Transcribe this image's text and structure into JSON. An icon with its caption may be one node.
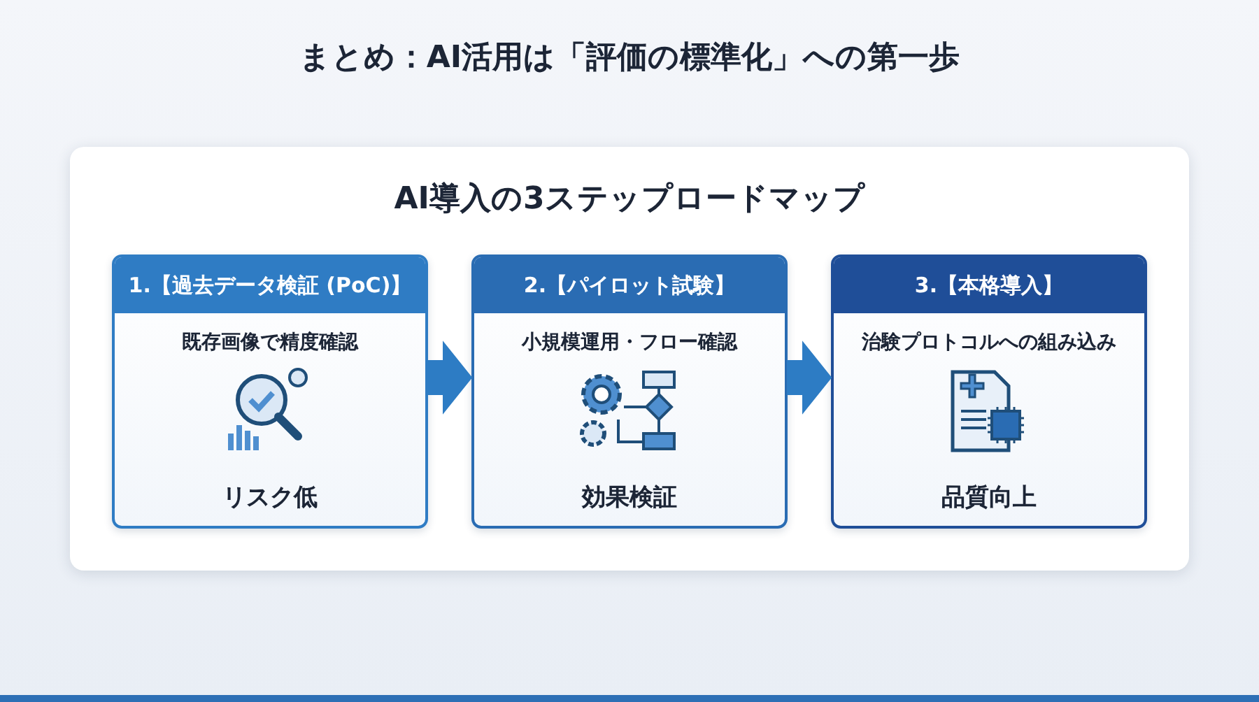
{
  "diagram": {
    "title": "まとめ：AI活用は「評価の標準化」への第一歩",
    "nodes": [
      {
        "text": [
          "AI導入の3ステップロードマップ"
        ]
      },
      {
        "text": [
          "1.【過去データ検証 (PoC)】",
          "既存画像で精度確認",
          "リスク低"
        ],
        "in": 0
      },
      {
        "text": [
          "2.【パイロット試験】",
          "小規模運用・フロー確認",
          "効果検証"
        ],
        "in": 0
      },
      {
        "text": [
          "3.【本格導入】",
          "治験プロトコルへの組み込み",
          "品質向上"
        ],
        "in": 0
      }
    ],
    "edges": [
      {
        "from": 1,
        "to": 2,
        "arrow": "to"
      },
      {
        "from": 2,
        "to": 3,
        "arrow": "to"
      }
    ]
  }
}
